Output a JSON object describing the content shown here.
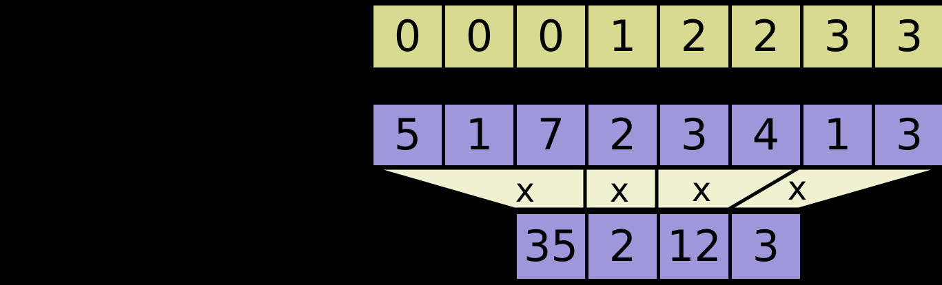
{
  "colors": {
    "background": "#000000",
    "border": "#000000",
    "khaki": "#d9da92",
    "purple": "#9e97da",
    "cream": "#f0f1d0"
  },
  "rows": {
    "segment_ids": [
      "0",
      "0",
      "0",
      "1",
      "2",
      "2",
      "3",
      "3"
    ],
    "values": [
      "5",
      "1",
      "7",
      "2",
      "3",
      "4",
      "1",
      "3"
    ],
    "results": [
      "35",
      "2",
      "12",
      "3"
    ]
  },
  "operators": [
    "x",
    "x",
    "x",
    "x"
  ]
}
